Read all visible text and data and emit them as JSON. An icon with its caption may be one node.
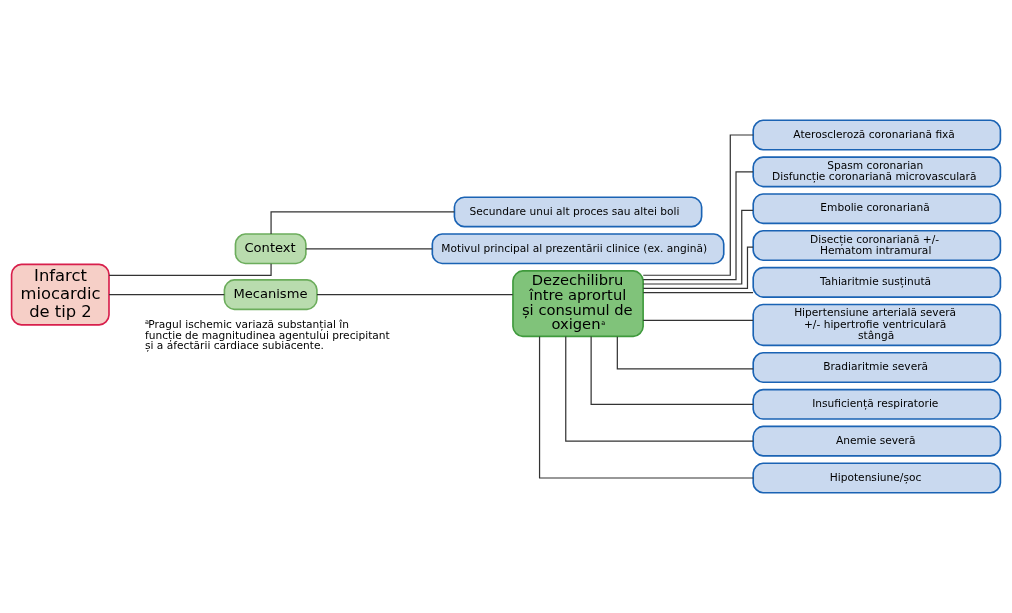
{
  "diagram": {
    "nodes": [
      {
        "text": [
          "Infarct miocardic de tip 2"
        ]
      },
      {
        "text": [
          "Context"
        ]
      },
      {
        "text": [
          "Mecanisme"
        ]
      },
      {
        "text": [
          "Secundare unui alt proces sau altei boli"
        ]
      },
      {
        "text": [
          "Motivul principal al prezentării clinice (ex. angină)"
        ]
      },
      {
        "text": [
          "Dezechilibru între aprortul și consumul de oxigen$^{a}$"
        ]
      },
      {
        "text": [
          "Ateroscleroză coronariană fixă"
        ]
      },
      {
        "text": [
          "Spasm coronarian",
          "Disfuncție coronariană microvasculară"
        ]
      },
      {
        "text": [
          "Embolie coronariană"
        ]
      },
      {
        "text": [
          "Disecție coronariană +/- Hematom intramural"
        ]
      },
      {
        "text": [
          "Tahiaritmie susținută"
        ]
      },
      {
        "text": [
          "Hipertensiune arterială severă +/- hipertrofie ventriculară stângă"
        ]
      },
      {
        "text": [
          "Bradiaritmie severă"
        ]
      },
      {
        "text": [
          "Insuficiență respiratorie"
        ]
      },
      {
        "text": [
          "Anemie severă"
        ]
      },
      {
        "text": [
          "Hipotensiune/șoc"
        ]
      }
    ],
    "edges": [
      {
        "from": 0,
        "to": 1,
        "arrow": "none"
      },
      {
        "from": 0,
        "to": 2,
        "arrow": "none"
      },
      {
        "from": 1,
        "to": 3,
        "arrow": "none"
      },
      {
        "from": 1,
        "to": 4,
        "arrow": "none"
      },
      {
        "from": 2,
        "to": 5,
        "arrow": "none"
      },
      {
        "from": 5,
        "to": 6,
        "arrow": "none"
      },
      {
        "from": 5,
        "to": 7,
        "arrow": "none"
      },
      {
        "from": 5,
        "to": 8,
        "arrow": "none"
      },
      {
        "from": 5,
        "to": 9,
        "arrow": "none"
      },
      {
        "from": 5,
        "to": 10,
        "arrow": "none"
      },
      {
        "from": 5,
        "to": 11,
        "arrow": "none"
      },
      {
        "from": 5,
        "to": 12,
        "arrow": "none"
      },
      {
        "from": 5,
        "to": 13,
        "arrow": "none"
      },
      {
        "from": 5,
        "to": 14,
        "arrow": "none"
      },
      {
        "from": 5,
        "to": 15,
        "arrow": "none"
      }
    ],
    "labels": [
      "$^{a}$Pragul ischemic variază substanțial în funcție de magnitudinea agentului precipitant și a afectării cardiace subiacente."
    ]
  }
}
